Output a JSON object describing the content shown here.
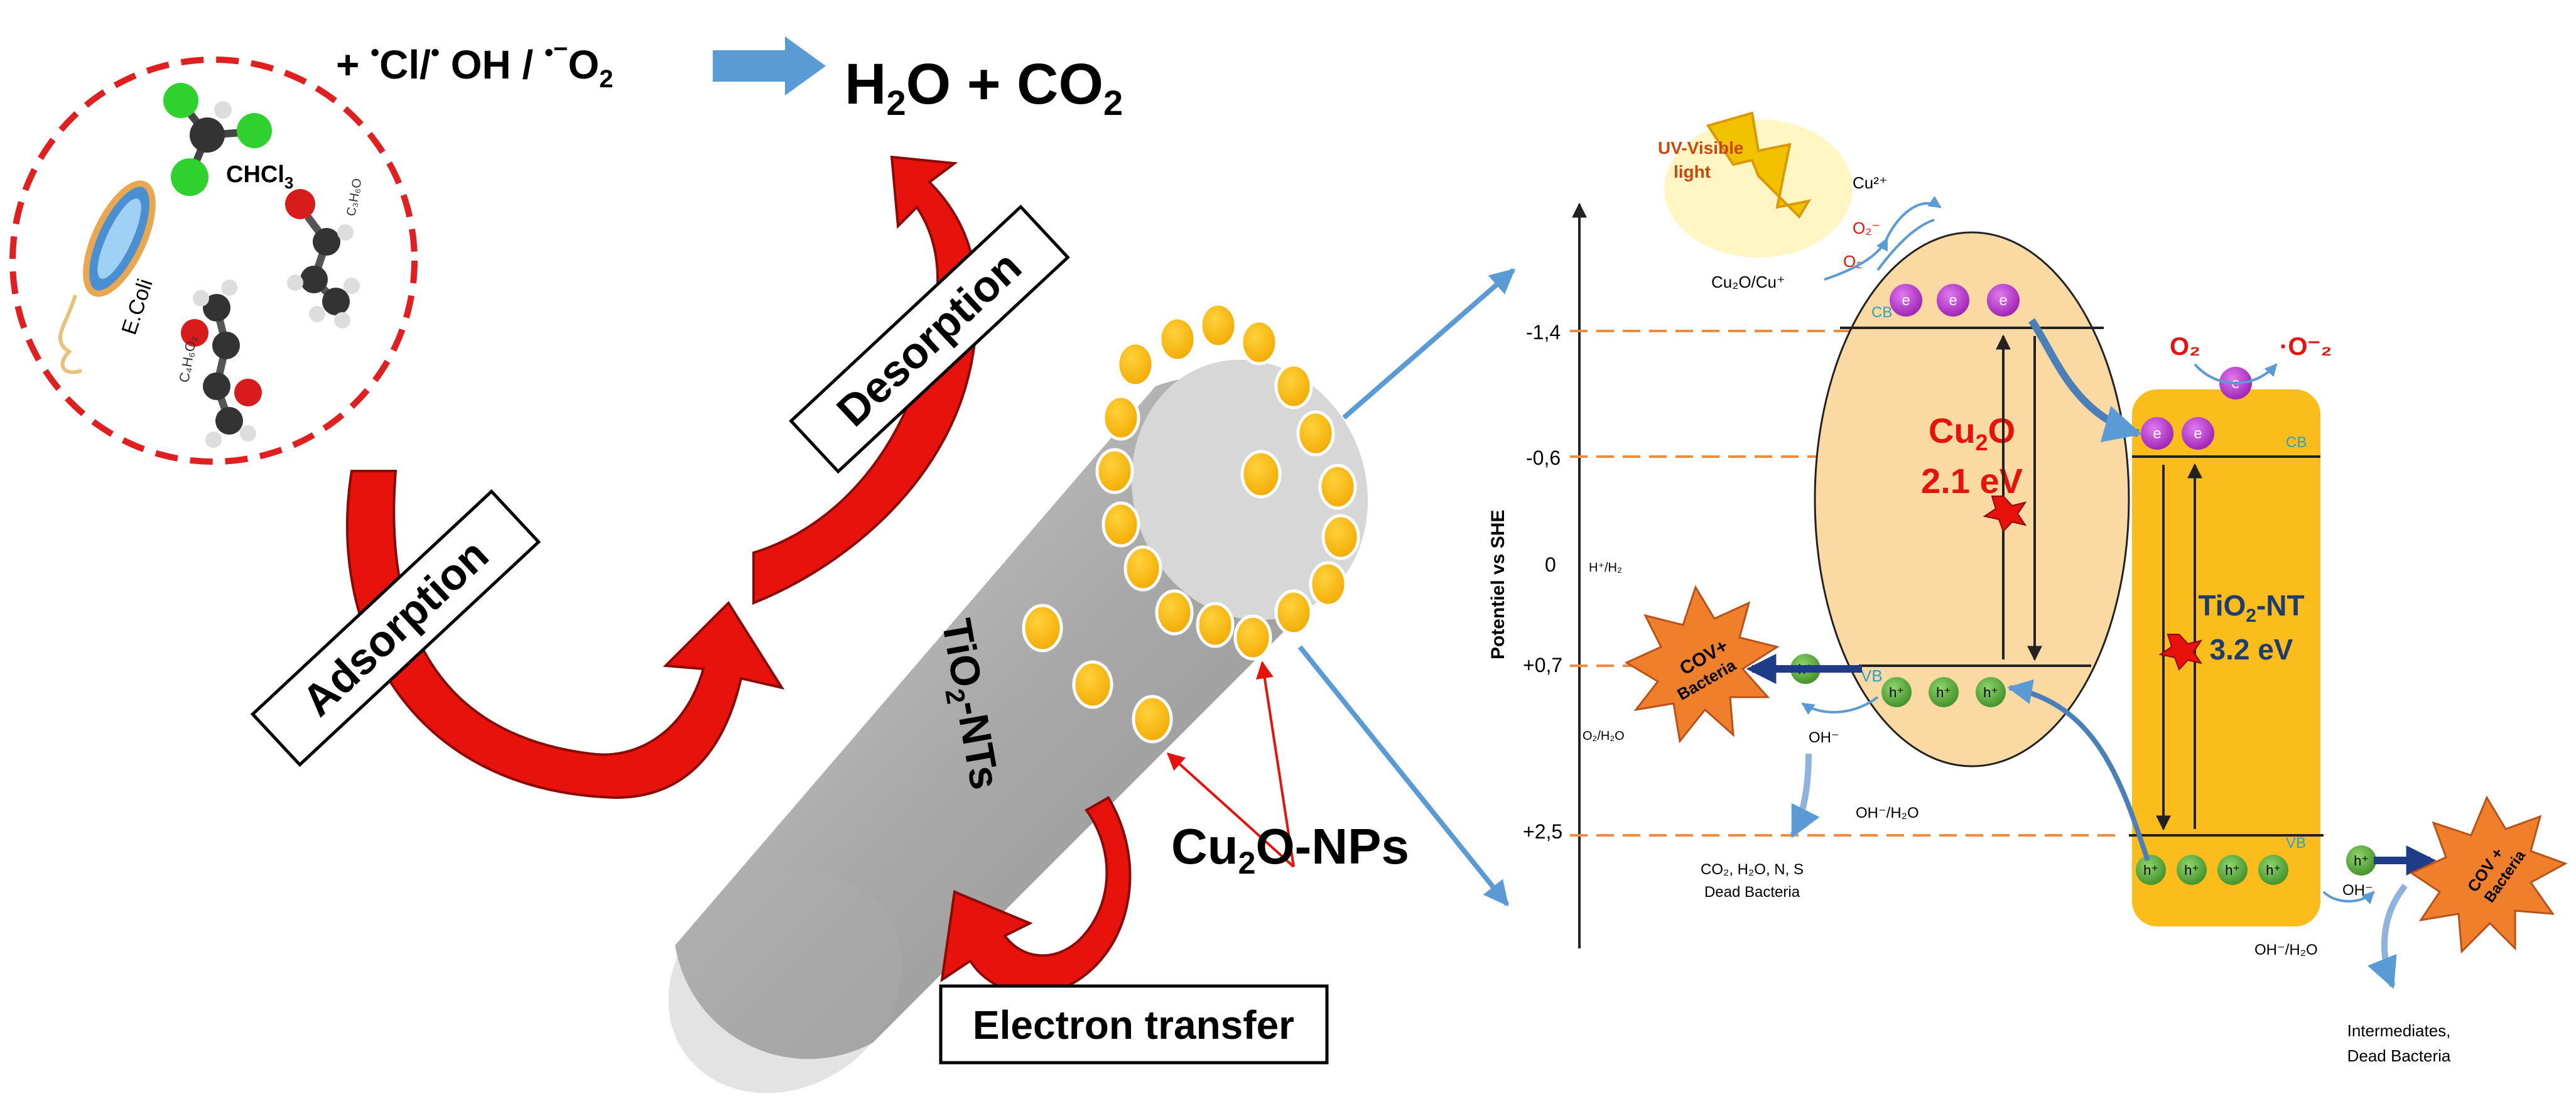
{
  "reaction": {
    "prefix": "+ ",
    "rad1": "Cl/",
    "rad2": " OH / ",
    "rad3": "O",
    "rad3_sub": "2",
    "product": "H",
    "product_sub1": "2",
    "product_mid": "O + CO",
    "product_sub2": "2"
  },
  "molecules": {
    "chcl3": "CHCl",
    "chcl3_sub": "3",
    "c3h6o_label": "C₃H₆O",
    "c4h6o2_label": "C₄H₆O₂",
    "ecoli": "E.Coli"
  },
  "process_labels": {
    "adsorption": "Adsorption",
    "desorption": "Desorption",
    "electron_transfer": "Electron transfer",
    "nanotube_label": "TiO",
    "nanotube_sub": "2",
    "nanotube_suffix": "-NTs",
    "np_label": "Cu",
    "np_sub": "2",
    "np_suffix": "O-NPs"
  },
  "energy_diagram": {
    "light": [
      "UV-Visible",
      "light"
    ],
    "y_axis_label": "Potentiel vs SHE",
    "levels": [
      {
        "label": "-1,4",
        "value": -1.4
      },
      {
        "label": "-0,6",
        "value": -0.6
      },
      {
        "label": "0",
        "value": 0
      },
      {
        "label": "+0,7",
        "value": 0.7
      },
      {
        "label": "+2,5",
        "value": 2.5
      }
    ],
    "reference_labels": {
      "h_couple": "H⁺/H₂",
      "o2_couple": "O₂/H₂O"
    },
    "cu2o": {
      "name": "Cu",
      "name_sub": "2",
      "name_suffix": "O",
      "gap": "2.1 eV",
      "cb": "CB",
      "vb": "VB",
      "cu2plus": "Cu²⁺",
      "o2_minus": "O₂⁻",
      "o2": "O₂",
      "couple": "Cu₂O/Cu⁺",
      "electron": "e",
      "hole": "h⁺"
    },
    "tio2": {
      "name": "TiO",
      "name_sub": "2",
      "name_suffix": "-NT",
      "gap": "3.2 eV",
      "cb": "CB",
      "vb": "VB",
      "o2": "O₂",
      "o2_rad": "·O⁻₂"
    },
    "products": {
      "left_oh": "OH⁻",
      "left_oh_h2o": "OH⁻/H₂O",
      "left_result_1": "CO₂, H₂O, N, S",
      "left_result_2": "Dead Bacteria",
      "right_oh": "OH⁻",
      "right_oh_h2o": "OH⁻/H₂O",
      "right_result_1": "Intermediates,",
      "right_result_2": "Dead Bacteria",
      "burst_left_1": "COV+",
      "burst_left_2": "Bacteria",
      "burst_right_1": "COV +",
      "burst_right_2": "Bacteria"
    }
  },
  "colors": {
    "arrow_red": "#e8120c",
    "np_yellow": "#f6b800",
    "tube_gray": "#a6a6a6",
    "cu2o_fill": "#fbd9a2",
    "tio2_fill": "#fbbd1c",
    "electron_purple": "#b92acb",
    "hole_green": "#52a83a",
    "dashed_orange": "#f08a3c",
    "blue_arrow": "#5b9bd5",
    "burst_orange": "#f07f2b"
  }
}
